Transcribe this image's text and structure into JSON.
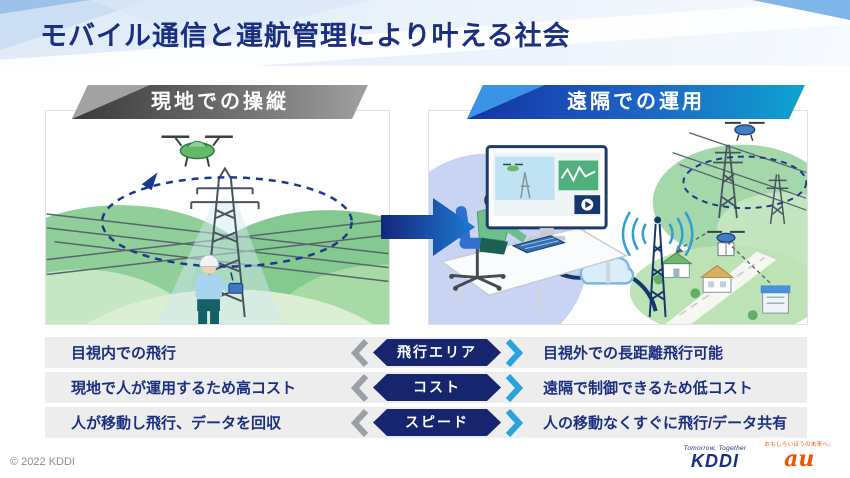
{
  "title": "モバイル通信と運航管理により叶える社会",
  "panels": {
    "left": {
      "header": "現地での操縦"
    },
    "right": {
      "header": "遠隔での運用"
    }
  },
  "rows": [
    {
      "left": "目視内での飛行",
      "badge": "飛行エリア",
      "right": "目視外での長距離飛行可能"
    },
    {
      "left": "現地で人が運用するため高コスト",
      "badge": "コスト",
      "right": "遠隔で制御できるため低コスト"
    },
    {
      "left": "人が移動し飛行、データを回収",
      "badge": "スピード",
      "right": "人の移動なくすぐに飛行/データ共有"
    }
  ],
  "footer": {
    "copyright": "© 2022 KDDI",
    "kddi_tagline": "Tomorrow, Together",
    "kddi_logo": "KDDI",
    "au_tagline": "おもしろいほうの未来へ。",
    "au_logo": "au"
  },
  "icons": {
    "transition_arrow": "right-arrow",
    "compare_left": "chevron-left",
    "compare_right": "chevron-right"
  },
  "colors": {
    "title_navy": "#1b2f80",
    "badge_navy": "#16256e",
    "row_bg": "#ededed",
    "chevron_gray": "#9aa0a6",
    "chevron_blue": "#27a3e0",
    "header_gray_start": "#3a3a3a",
    "header_gray_end": "#a0a0a0",
    "header_blue_start": "#1434a4",
    "header_blue_end": "#0fa3cf",
    "au_orange": "#eb5505"
  }
}
